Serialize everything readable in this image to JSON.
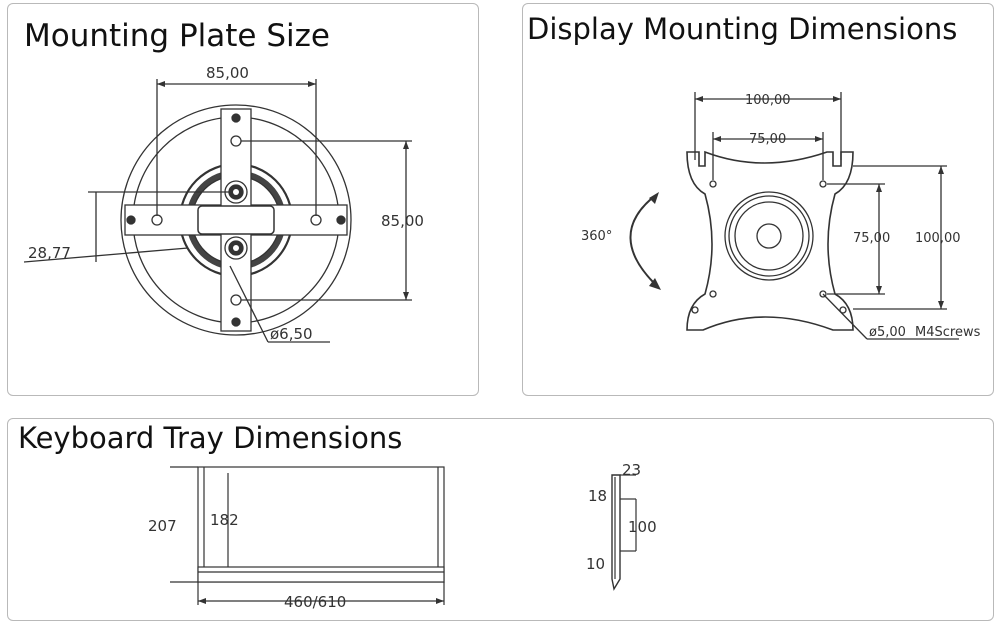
{
  "panels": {
    "mounting_plate": {
      "title": "Mounting Plate Size"
    },
    "display_mounting": {
      "title": "Display Mounting Dimensions"
    },
    "keyboard_tray": {
      "title": "Keyboard Tray Dimensions"
    }
  },
  "mounting_plate_dims": {
    "width": "85,00",
    "height": "85,00",
    "offset": "28,77",
    "hole": "ø6,50"
  },
  "display_dims": {
    "outer_width": "100,00",
    "inner_width": "75,00",
    "inner_height": "75,00",
    "outer_height": "100,00",
    "rotation": "360°",
    "screw_diameter": "ø5,00",
    "screw_type": "M4Screws"
  },
  "keyboard_dims": {
    "height_outer": "207",
    "height_inner": "182",
    "width": "460/610",
    "profile_top": "23",
    "profile_lip": "18",
    "profile_height": "100",
    "profile_bottom": "10"
  },
  "colors": {
    "line": "#333333",
    "panel_border": "#b9b9b9"
  }
}
